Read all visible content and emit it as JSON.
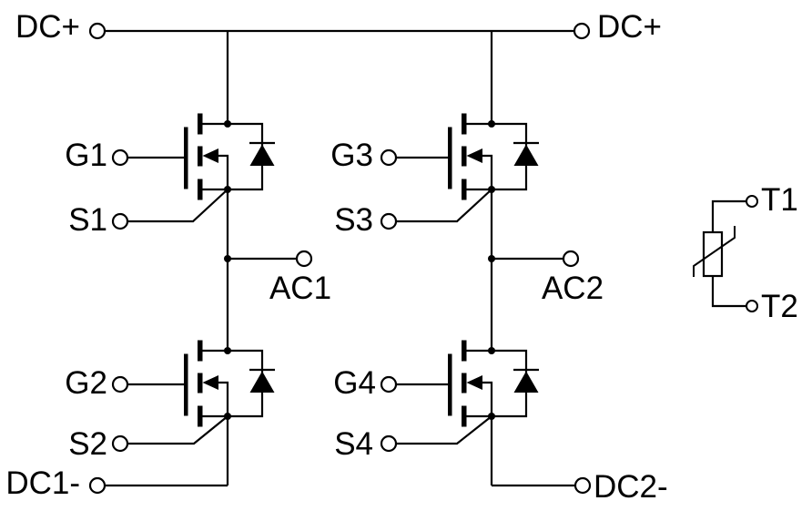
{
  "schematic": {
    "terminals": {
      "dc_plus_left": "DC+",
      "dc_plus_right": "DC+",
      "g1": "G1",
      "s1": "S1",
      "g2": "G2",
      "s2": "S2",
      "g3": "G3",
      "s3": "S3",
      "g4": "G4",
      "s4": "S4",
      "ac1": "AC1",
      "ac2": "AC2",
      "dc1_neg": "DC1-",
      "dc2_neg": "DC2-",
      "t1": "T1",
      "t2": "T2"
    },
    "colors": {
      "line": "#000000",
      "background": "#ffffff"
    }
  }
}
